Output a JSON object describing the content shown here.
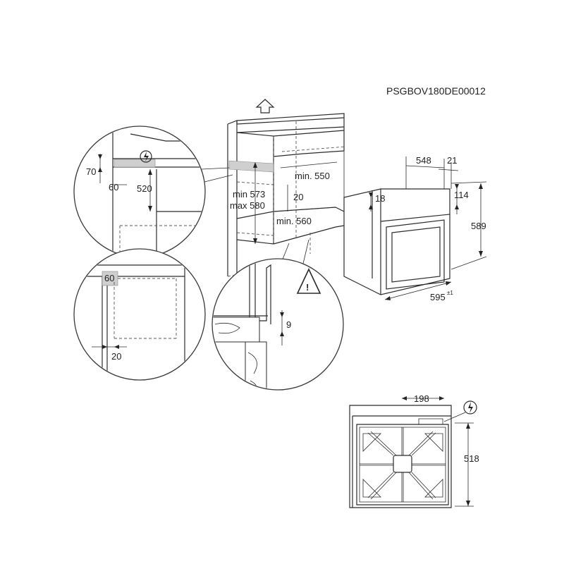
{
  "document_code": "PSGBOV180DE00012",
  "niche": {
    "height_min": "min 573",
    "height_max": "max 580",
    "width_min": "min. 550",
    "depth_min": "min. 560",
    "vent_gap": "20"
  },
  "detail_top_left": {
    "dim_70": "70",
    "dim_60": "60",
    "dim_520": "520"
  },
  "detail_bottom_left": {
    "dim_60": "60",
    "dim_20": "20"
  },
  "detail_bottom_center": {
    "dim_9": "9"
  },
  "oven": {
    "depth": "548",
    "door": "21",
    "top_offset": "18",
    "panel_height": "114",
    "height": "589",
    "width": "595",
    "width_tolerance": "±1"
  },
  "rear_view": {
    "width_offset": "198",
    "height": "518"
  },
  "icons": [
    "power-connection-icon",
    "warning-icon",
    "arrow-up-icon"
  ]
}
